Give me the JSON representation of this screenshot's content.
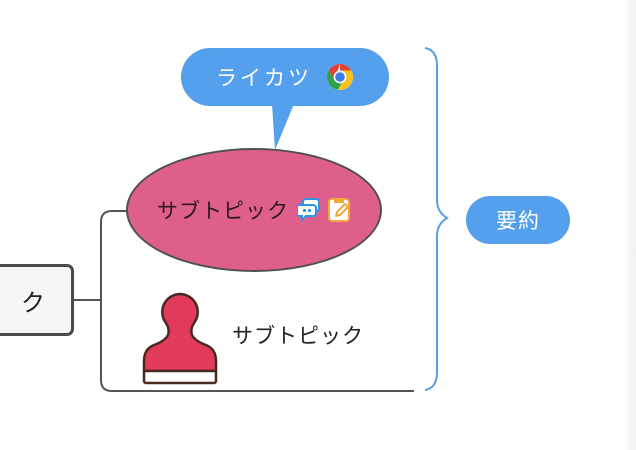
{
  "mindmap": {
    "central_topic": {
      "label": "ク"
    },
    "callout": {
      "label": "ライカツ",
      "icon": "chrome-icon"
    },
    "subtopics": [
      {
        "label": "サブトピック",
        "shape": "ellipse",
        "fill": "#de5f8b",
        "icons": [
          "comment-icon",
          "note-icon"
        ]
      },
      {
        "label": "サブトピック",
        "shape": "none",
        "icons": [
          "stamp-icon"
        ]
      }
    ],
    "summary": {
      "label": "要約"
    }
  },
  "colors": {
    "accent_blue": "#55a0ec",
    "ellipse_pink": "#de5f8b",
    "stamp_red": "#e13a5a",
    "line_gray": "#555555"
  }
}
